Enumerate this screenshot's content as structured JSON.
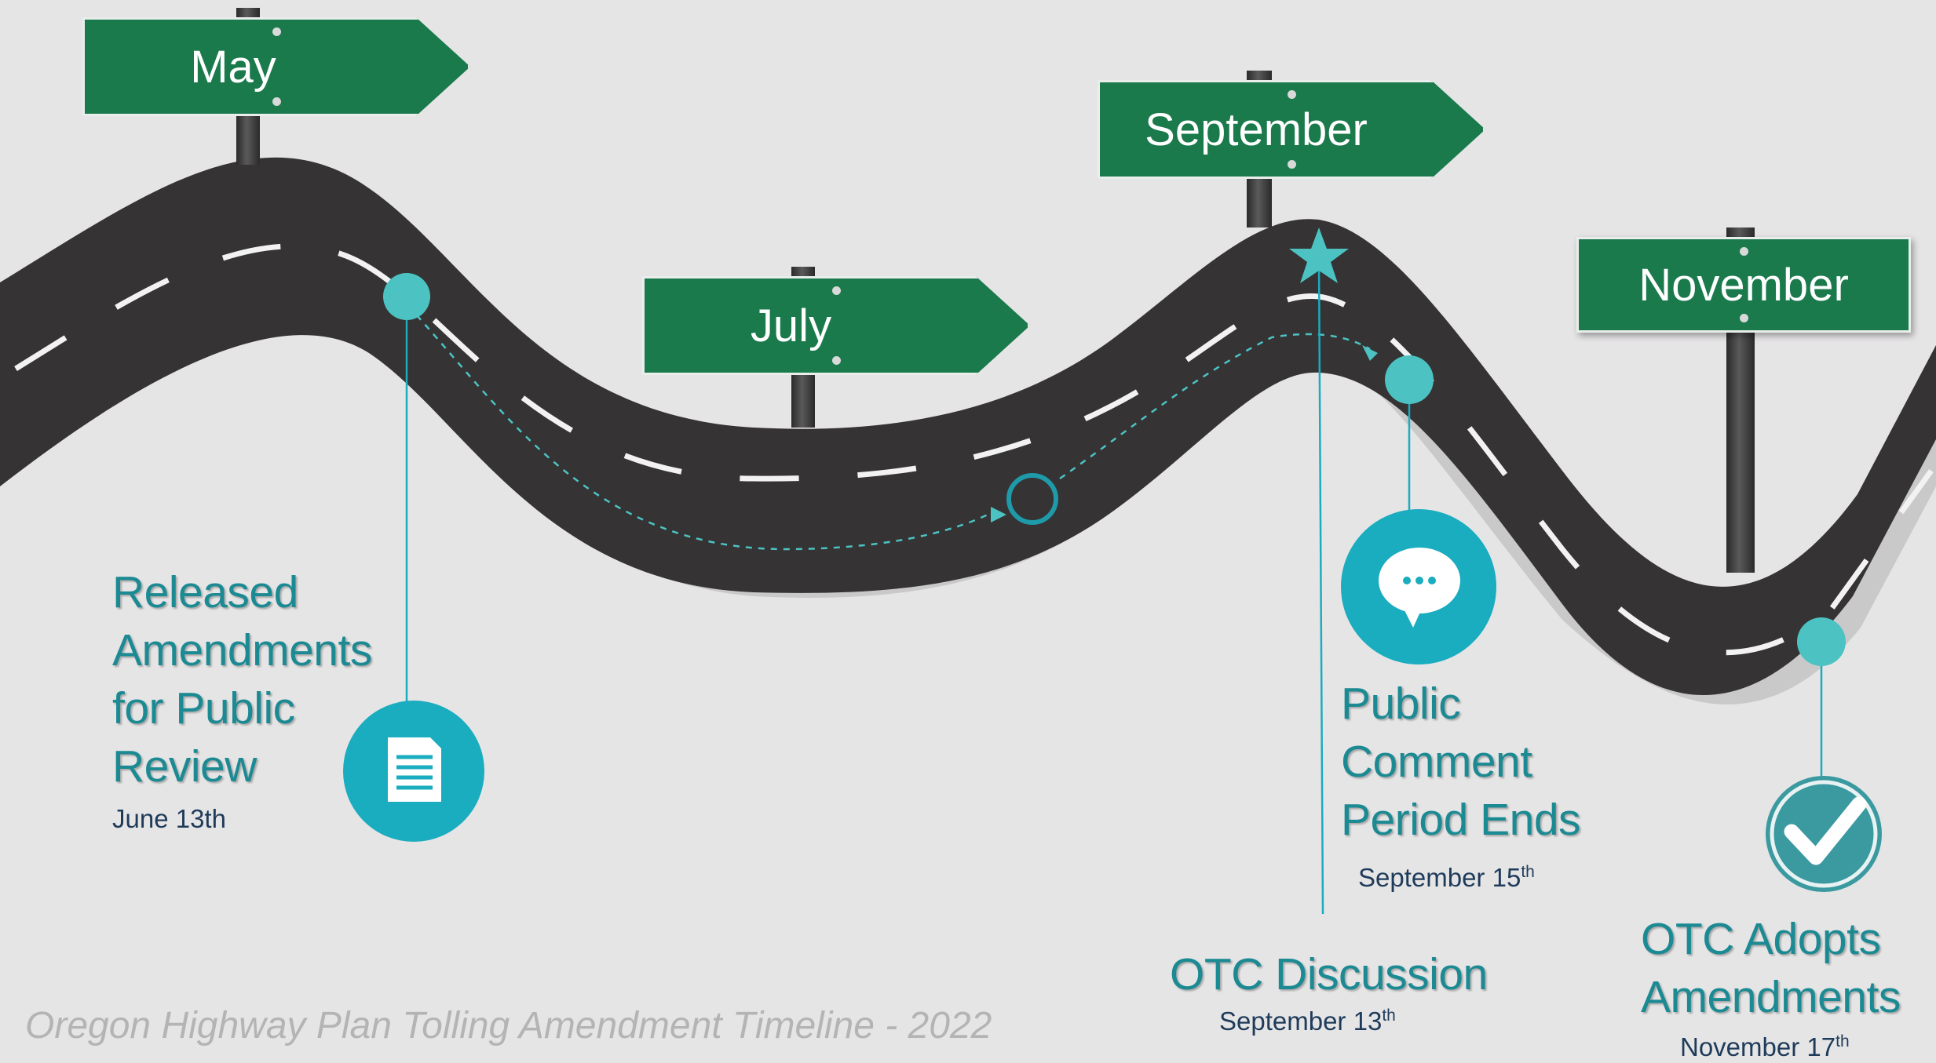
{
  "signs": {
    "may": "May",
    "july": "July",
    "september": "September",
    "november": "November"
  },
  "milestones": {
    "released": {
      "title_lines": [
        "Released",
        "Amendments",
        "for Public",
        "Review"
      ],
      "date": "June 13th"
    },
    "public_comment": {
      "title_lines": [
        "Public",
        "Comment",
        "Period Ends"
      ],
      "date_main": "September 15",
      "date_sup": "th"
    },
    "otc_discussion": {
      "title": "OTC Discussion",
      "date_main": "September 13",
      "date_sup": "th"
    },
    "otc_adopts": {
      "title_lines": [
        "OTC Adopts",
        "Amendments"
      ],
      "date_main": "November 17",
      "date_sup": "th"
    }
  },
  "icons": {
    "document": "document-icon",
    "speech_bubble": "speech-bubble-icon",
    "checkmark": "checkmark-icon",
    "star": "star-icon"
  },
  "colors": {
    "background": "#e6e5e6",
    "road": "#353334",
    "road_shadow": "#c9c8c9",
    "sign_green": "#1a7a4c",
    "teal": "#1aacbf",
    "teal_light": "#4cc3c2",
    "title_teal": "#1b8a93",
    "date_navy": "#1f3b5a"
  },
  "footer": "Oregon Highway Plan Tolling Amendment Timeline - 2022"
}
